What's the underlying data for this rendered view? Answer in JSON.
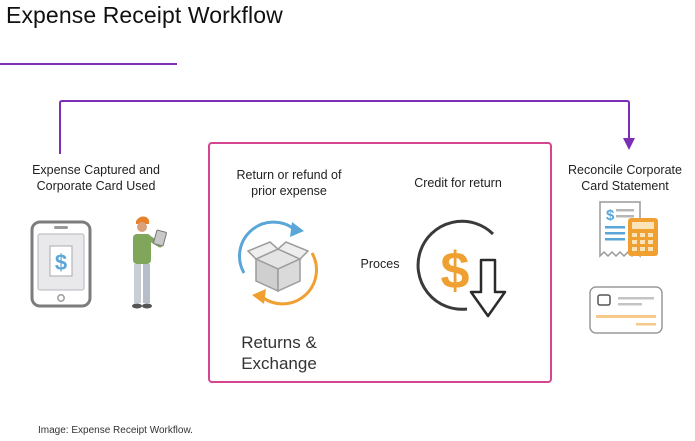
{
  "title": "Expense Receipt Workflow",
  "colors": {
    "accent": "#7b2fb5",
    "frame": "#d6458f",
    "orange": "#f0a030",
    "blue": "#5aa6d8",
    "gray": "#888888"
  },
  "left_step": {
    "label_lines": [
      "Expense Captured and",
      "Corporate Card Used"
    ],
    "icons": [
      "smartphone-dollar-icon",
      "person-with-tablet-icon"
    ]
  },
  "center": {
    "refund_label_lines": [
      "Return or refund of",
      "prior expense"
    ],
    "credit_label": "Credit for return",
    "process_label": "Proces",
    "returns_label_lines": [
      "Returns &",
      "Exchange"
    ],
    "icons": [
      "box-cycle-icon",
      "dollar-down-arrow-icon"
    ]
  },
  "right_step": {
    "label_lines": [
      "Reconcile Corporate",
      "Card Statement"
    ],
    "icons": [
      "statement-calculator-icon",
      "credit-card-icon"
    ]
  },
  "caption": "Image: Expense Receipt Workflow."
}
